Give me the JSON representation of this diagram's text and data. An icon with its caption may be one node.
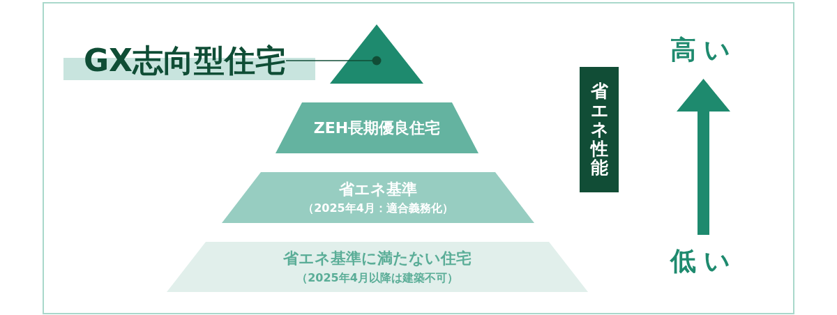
{
  "diagram": {
    "nodes": [
      {
        "text": [
          "GX志向型住宅"
        ]
      },
      {
        "text": [],
        "shape": "triangle"
      },
      {
        "text": [
          "ZEH長期優良住宅"
        ]
      },
      {
        "text": [
          "省エネ基準",
          "（2025年4月：適合義務化）"
        ]
      },
      {
        "text": [
          "省エネ基準に満たない住宅",
          "（2025年4月以降は建築不可）"
        ]
      },
      {
        "text": [
          "省エネ性能"
        ]
      }
    ],
    "edges": [
      {
        "from": 0,
        "to": 1,
        "arrow": "other"
      }
    ],
    "labels": [
      "高い",
      "低い"
    ]
  }
}
